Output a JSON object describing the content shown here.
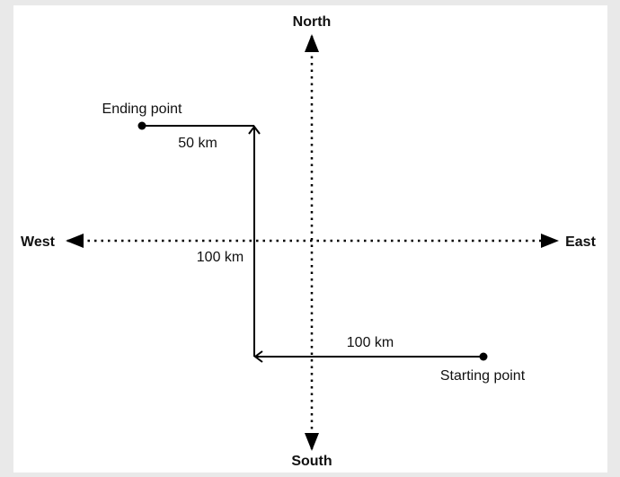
{
  "compass": {
    "north": "North",
    "south": "South",
    "east": "East",
    "west": "West"
  },
  "points": {
    "start": "Starting point",
    "end": "Ending point"
  },
  "segments": {
    "first": "100 km",
    "second": "100 km",
    "third": "50 km"
  },
  "colors": {
    "line": "#000000",
    "background": "#ffffff",
    "frame": "#e9e9e9"
  }
}
